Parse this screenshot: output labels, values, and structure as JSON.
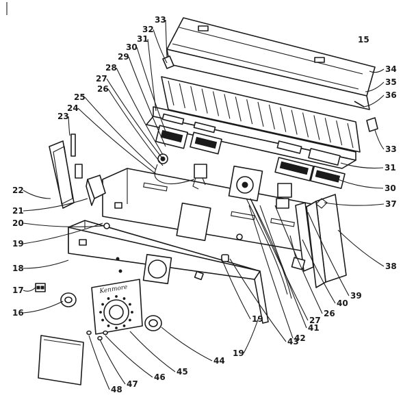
{
  "diagram": {
    "brand_script": "Kenmore",
    "callouts": [
      "15",
      "16",
      "17",
      "18",
      "19",
      "19",
      "19",
      "20",
      "21",
      "22",
      "23",
      "24",
      "25",
      "26",
      "26",
      "27",
      "27",
      "28",
      "29",
      "30",
      "30",
      "31",
      "31",
      "32",
      "33",
      "33",
      "34",
      "35",
      "36",
      "37",
      "38",
      "39",
      "40",
      "41",
      "42",
      "43",
      "44",
      "45",
      "46",
      "47",
      "48"
    ]
  }
}
